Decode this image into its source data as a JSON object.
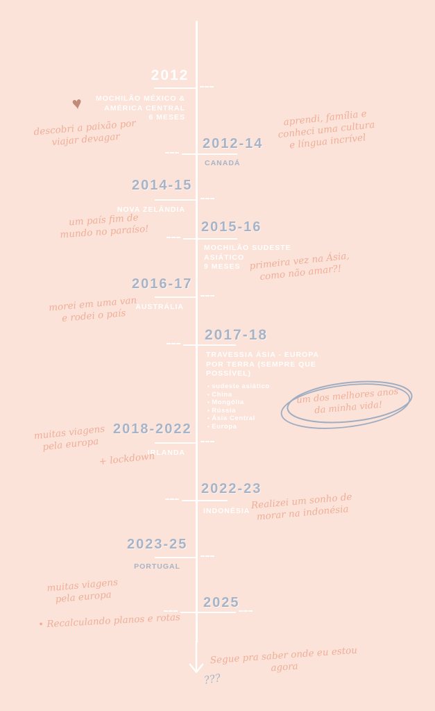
{
  "colors": {
    "background": "#fbe3d9",
    "date_text": "#a7b4c7",
    "label_text": "#ffffff",
    "handwriting": "#efae98",
    "ellipse_stroke": "#9fadc2",
    "heart": "#c18a79"
  },
  "icons": {
    "heart": "♥"
  },
  "timeline": {
    "entries": [
      {
        "year": "2012",
        "lines": [
          "MOCHILÃO MÉXICO &",
          "AMÉRICA CENTRAL",
          "6 MESES"
        ]
      },
      {
        "year": "2012-14",
        "lines": [
          "CANADÁ"
        ]
      },
      {
        "year": "2014-15",
        "lines": [
          "NOVA ZELÂNDIA"
        ]
      },
      {
        "year": "2015-16",
        "lines": [
          "MOCHILÃO SUDESTE",
          "ASIÁTICO",
          "9 MESES"
        ]
      },
      {
        "year": "2016-17",
        "lines": [
          "AUSTRÁLIA"
        ]
      },
      {
        "year": "2017-18",
        "lines": [
          "TRAVESSIA ÁSIA - EUROPA",
          "POR TERRA (SEMPRE QUE",
          "POSSÍVEL)"
        ],
        "bullets": [
          "sudeste asiático",
          "China",
          "Mongólia",
          "Rússia",
          "Ásia Central",
          "Europa"
        ]
      },
      {
        "year": "2018-2022",
        "lines": [
          "IRLANDA"
        ]
      },
      {
        "year": "2022-23",
        "lines": [
          "INDONÉSIA"
        ]
      },
      {
        "year": "2023-25",
        "lines": [
          "PORTUGAL"
        ]
      },
      {
        "year": "2025",
        "lines": []
      }
    ],
    "notes": [
      {
        "lines": [
          "descobri a paixão por",
          "viajar devagar"
        ]
      },
      {
        "lines": [
          "aprendi, família e",
          "conheci uma cultura",
          "e língua incrível"
        ]
      },
      {
        "lines": [
          "um país fim de",
          "mundo no paraíso!"
        ]
      },
      {
        "lines": [
          "primeira vez na Ásia,",
          "como não amar?!"
        ]
      },
      {
        "lines": [
          "morei em uma van",
          "e rodei o país"
        ]
      },
      {
        "lines": [
          "muitas viagens",
          "pela europa"
        ]
      },
      {
        "lines": [
          "+ lockdown"
        ]
      },
      {
        "lines": [
          "Realizei um sonho de",
          "morar na indonésia"
        ]
      },
      {
        "lines": [
          "muitas viagens",
          "pela europa"
        ]
      },
      {
        "lines": [
          "• Recalculando planos e rotas"
        ]
      },
      {
        "lines": [
          "Segue pra saber onde eu estou",
          "agora"
        ]
      }
    ],
    "circle_note": {
      "lines": [
        "um dos melhores anos",
        "da minha vida!"
      ]
    },
    "question_marks": "???"
  }
}
